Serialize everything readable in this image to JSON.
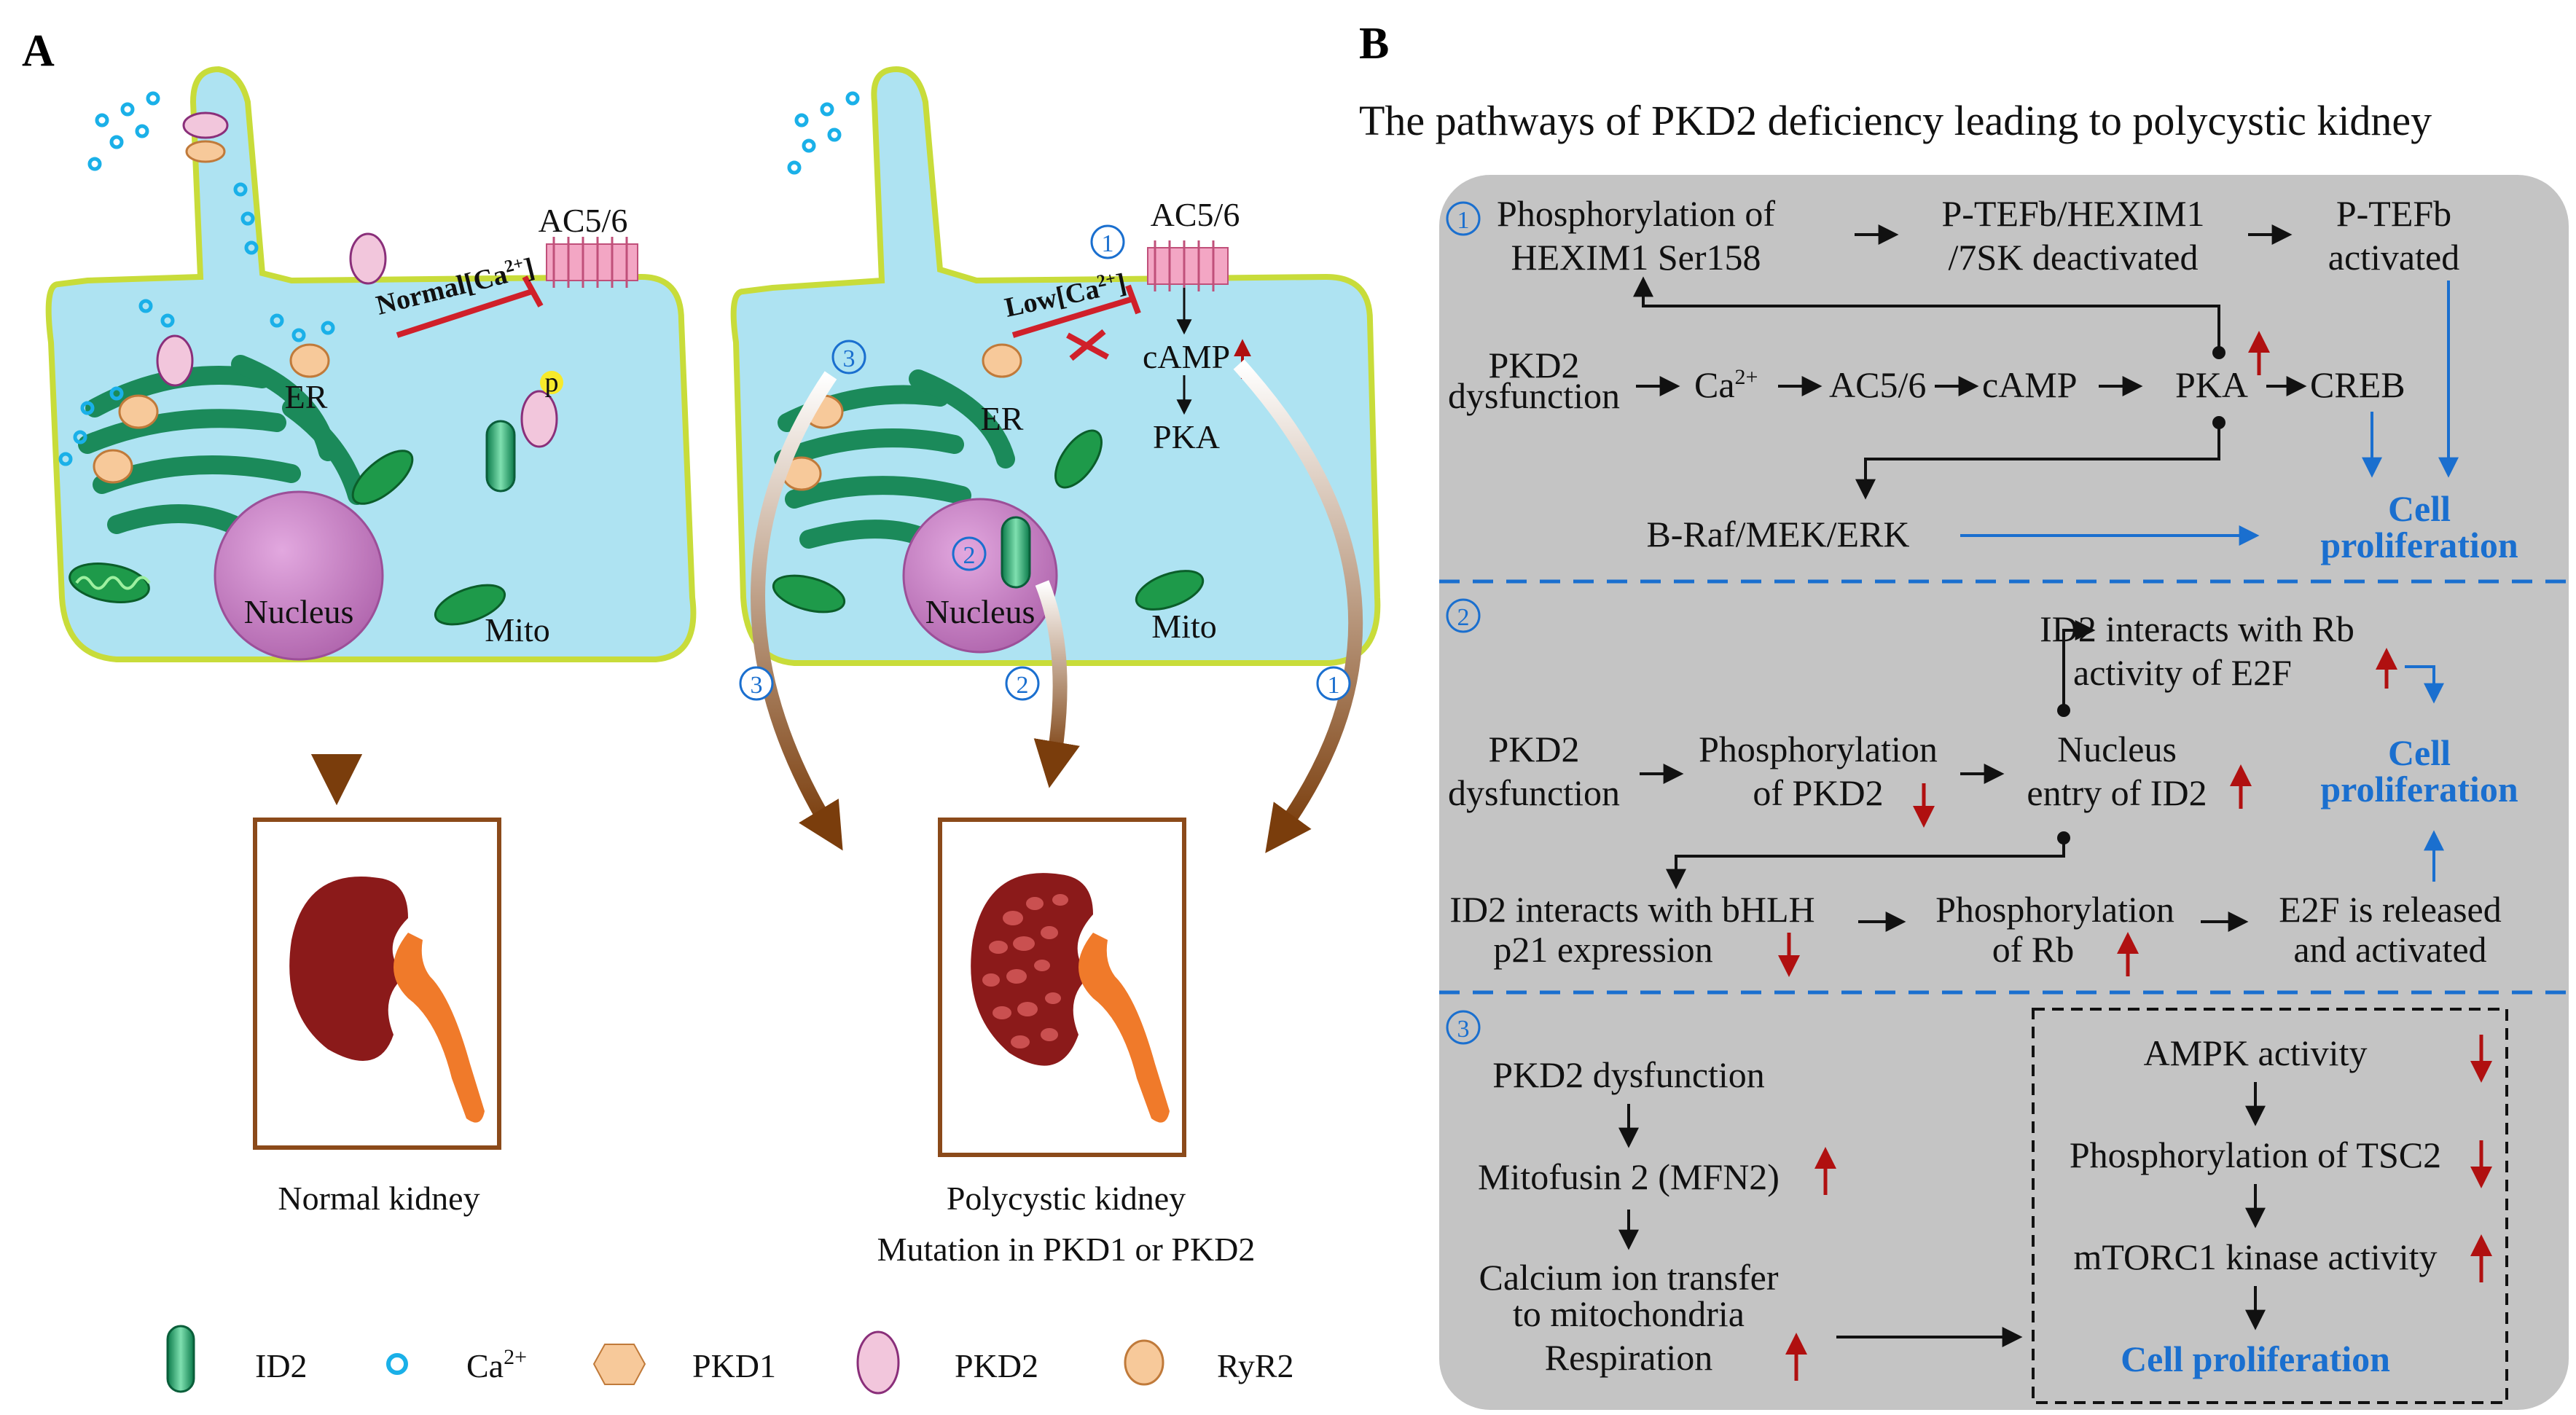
{
  "panel_a": {
    "letter": "A",
    "normal_cell": {
      "ac_label": "AC5/6",
      "ca_label_prefix": "Normal[Ca",
      "ca_label_sup": "2+",
      "ca_label_suffix": "]",
      "er": "ER",
      "nucleus": "Nucleus",
      "mito": "Mito",
      "p": "p"
    },
    "mutant_cell": {
      "ac_label": "AC5/6",
      "ca_label_prefix": "Low[Ca",
      "ca_label_sup": "2+",
      "ca_label_suffix": "]",
      "camp": "cAMP",
      "pka": "PKA",
      "er": "ER",
      "nucleus": "Nucleus",
      "mito": "Mito",
      "num1": "1",
      "num2": "2",
      "num3": "3"
    },
    "normal_kidney": "Normal kidney",
    "poly_kidney_1": "Polycystic kidney",
    "poly_kidney_2": "Mutation in PKD1 or PKD2",
    "legend": [
      {
        "label": "ID2",
        "icon": "id2-icon"
      },
      {
        "label": "Ca",
        "sup": "2+",
        "icon": "calcium-icon"
      },
      {
        "label": "PKD1",
        "icon": "pkd1-icon"
      },
      {
        "label": "PKD2",
        "icon": "pkd2-icon"
      },
      {
        "label": "RyR2",
        "icon": "ryr2-icon"
      }
    ]
  },
  "panel_b": {
    "letter": "B",
    "title": "The pathways of PKD2 deficiency leading to polycystic kidney",
    "s1": {
      "num": "1",
      "hexim_1": "Phosphorylation of",
      "hexim_2": "HEXIM1 Ser158",
      "ptefb_hexim_1": "P-TEFb/HEXIM1",
      "ptefb_hexim_2": "/7SK deactivated",
      "ptefb_1": "P-TEFb",
      "ptefb_2": "activated",
      "pkd2_1": "PKD2",
      "pkd2_2": "dysfunction",
      "ca": "Ca",
      "ca_sup": "2+",
      "ac": "AC5/6",
      "camp": "cAMP",
      "pka": "PKA",
      "creb": "CREB",
      "braf": "B-Raf/MEK/ERK",
      "cell_1": "Cell",
      "cell_2": "proliferation"
    },
    "s2": {
      "num": "2",
      "id2rb_1": "ID2 interacts with Rb",
      "id2rb_2": "activity of E2F",
      "cell_1": "Cell",
      "cell_2": "proliferation",
      "pkd2_1": "PKD2",
      "pkd2_2": "dysfunction",
      "phos_1": "Phosphorylation",
      "phos_2": "of PKD2",
      "nuc_1": "Nucleus",
      "nuc_2": "entry of ID2",
      "bhlh_1": "ID2 interacts with bHLH",
      "bhlh_2": "p21 expression",
      "rb_1": "Phosphorylation",
      "rb_2": "of Rb",
      "e2f_1": "E2F is released",
      "e2f_2": "and activated"
    },
    "s3": {
      "num": "3",
      "pkd2": "PKD2 dysfunction",
      "mfn2": "Mitofusin 2 (MFN2)",
      "ca_1": "Calcium ion transfer",
      "ca_2": "to mitochondria",
      "ca_3": "Respiration",
      "ampk": "AMPK activity",
      "tsc2": "Phosphorylation of TSC2",
      "mtor": "mTORC1 kinase activity",
      "cell": "Cell proliferation"
    }
  },
  "colors": {
    "cytoplasm": "#aee3f2",
    "membrane": "#c8dc3a",
    "er": "#1b8a5a",
    "nucleus": "#c57bc2",
    "kidney_normal": "#8b1a1a",
    "kidney_ureter": "#f07a2a",
    "arrow_brown": "#7a3d0c",
    "panel_gray": "#c4c4c4",
    "blue": "#1a6fcf",
    "red": "#b01010"
  }
}
